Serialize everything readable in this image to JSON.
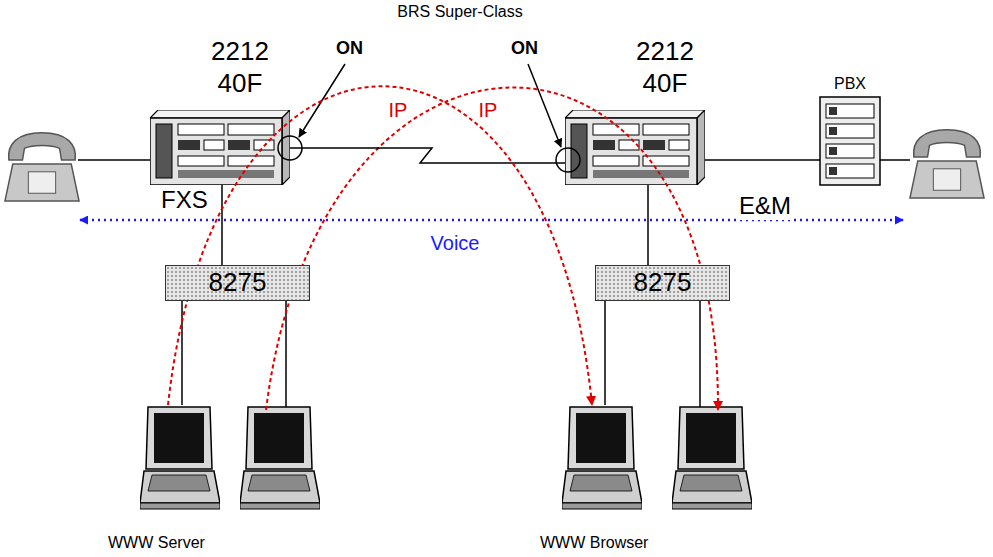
{
  "diagram": {
    "nodes": [
      {
        "text": [
          "2212 40F"
        ]
      },
      {
        "text": [
          "2212 40F"
        ]
      },
      {
        "text": [
          "PBX"
        ]
      },
      {
        "text": [
          "8275"
        ]
      },
      {
        "text": [
          "8275"
        ]
      },
      {
        "text": [
          "WWW Server"
        ]
      },
      {
        "text": [
          "WWW Browser"
        ]
      }
    ],
    "edges": [
      {
        "from": 0,
        "to": 1,
        "arrow": "none"
      },
      {
        "from": 1,
        "to": 2,
        "label": "E&M",
        "arrow": "none"
      },
      {
        "from": 0,
        "to": 3,
        "arrow": "none"
      },
      {
        "from": 1,
        "to": 4,
        "arrow": "none"
      },
      {
        "from": 3,
        "to": 5,
        "arrow": "none"
      },
      {
        "from": 4,
        "to": 6,
        "arrow": "none"
      },
      {
        "from": 5,
        "to": 6,
        "label": "IP",
        "arrow": "to"
      }
    ],
    "labels": [
      "BRS Super-Class",
      "ON",
      "ON",
      "IP",
      "FXS",
      "Voice"
    ]
  }
}
